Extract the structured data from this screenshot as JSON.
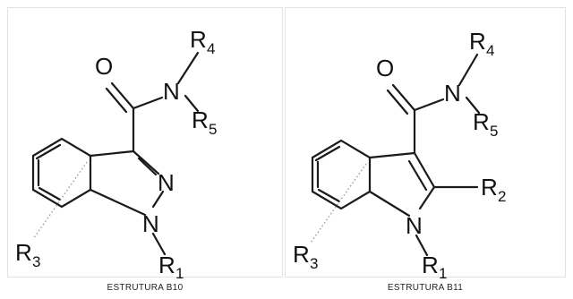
{
  "structures": [
    {
      "caption": "ESTRUTURA B10",
      "atoms": {
        "o": "O",
        "n_amide": "N",
        "n2": "N",
        "n1": "N",
        "r4": "R",
        "r4_sub": "4",
        "r5": "R",
        "r5_sub": "5",
        "r1": "R",
        "r1_sub": "1",
        "r3": "R",
        "r3_sub": "3"
      }
    },
    {
      "caption": "ESTRUTURA B11",
      "atoms": {
        "o": "O",
        "n_amide": "N",
        "n1": "N",
        "r4": "R",
        "r4_sub": "4",
        "r5": "R",
        "r5_sub": "5",
        "r2": "R",
        "r2_sub": "2",
        "r1": "R",
        "r1_sub": "1",
        "r3": "R",
        "r3_sub": "3"
      }
    }
  ]
}
